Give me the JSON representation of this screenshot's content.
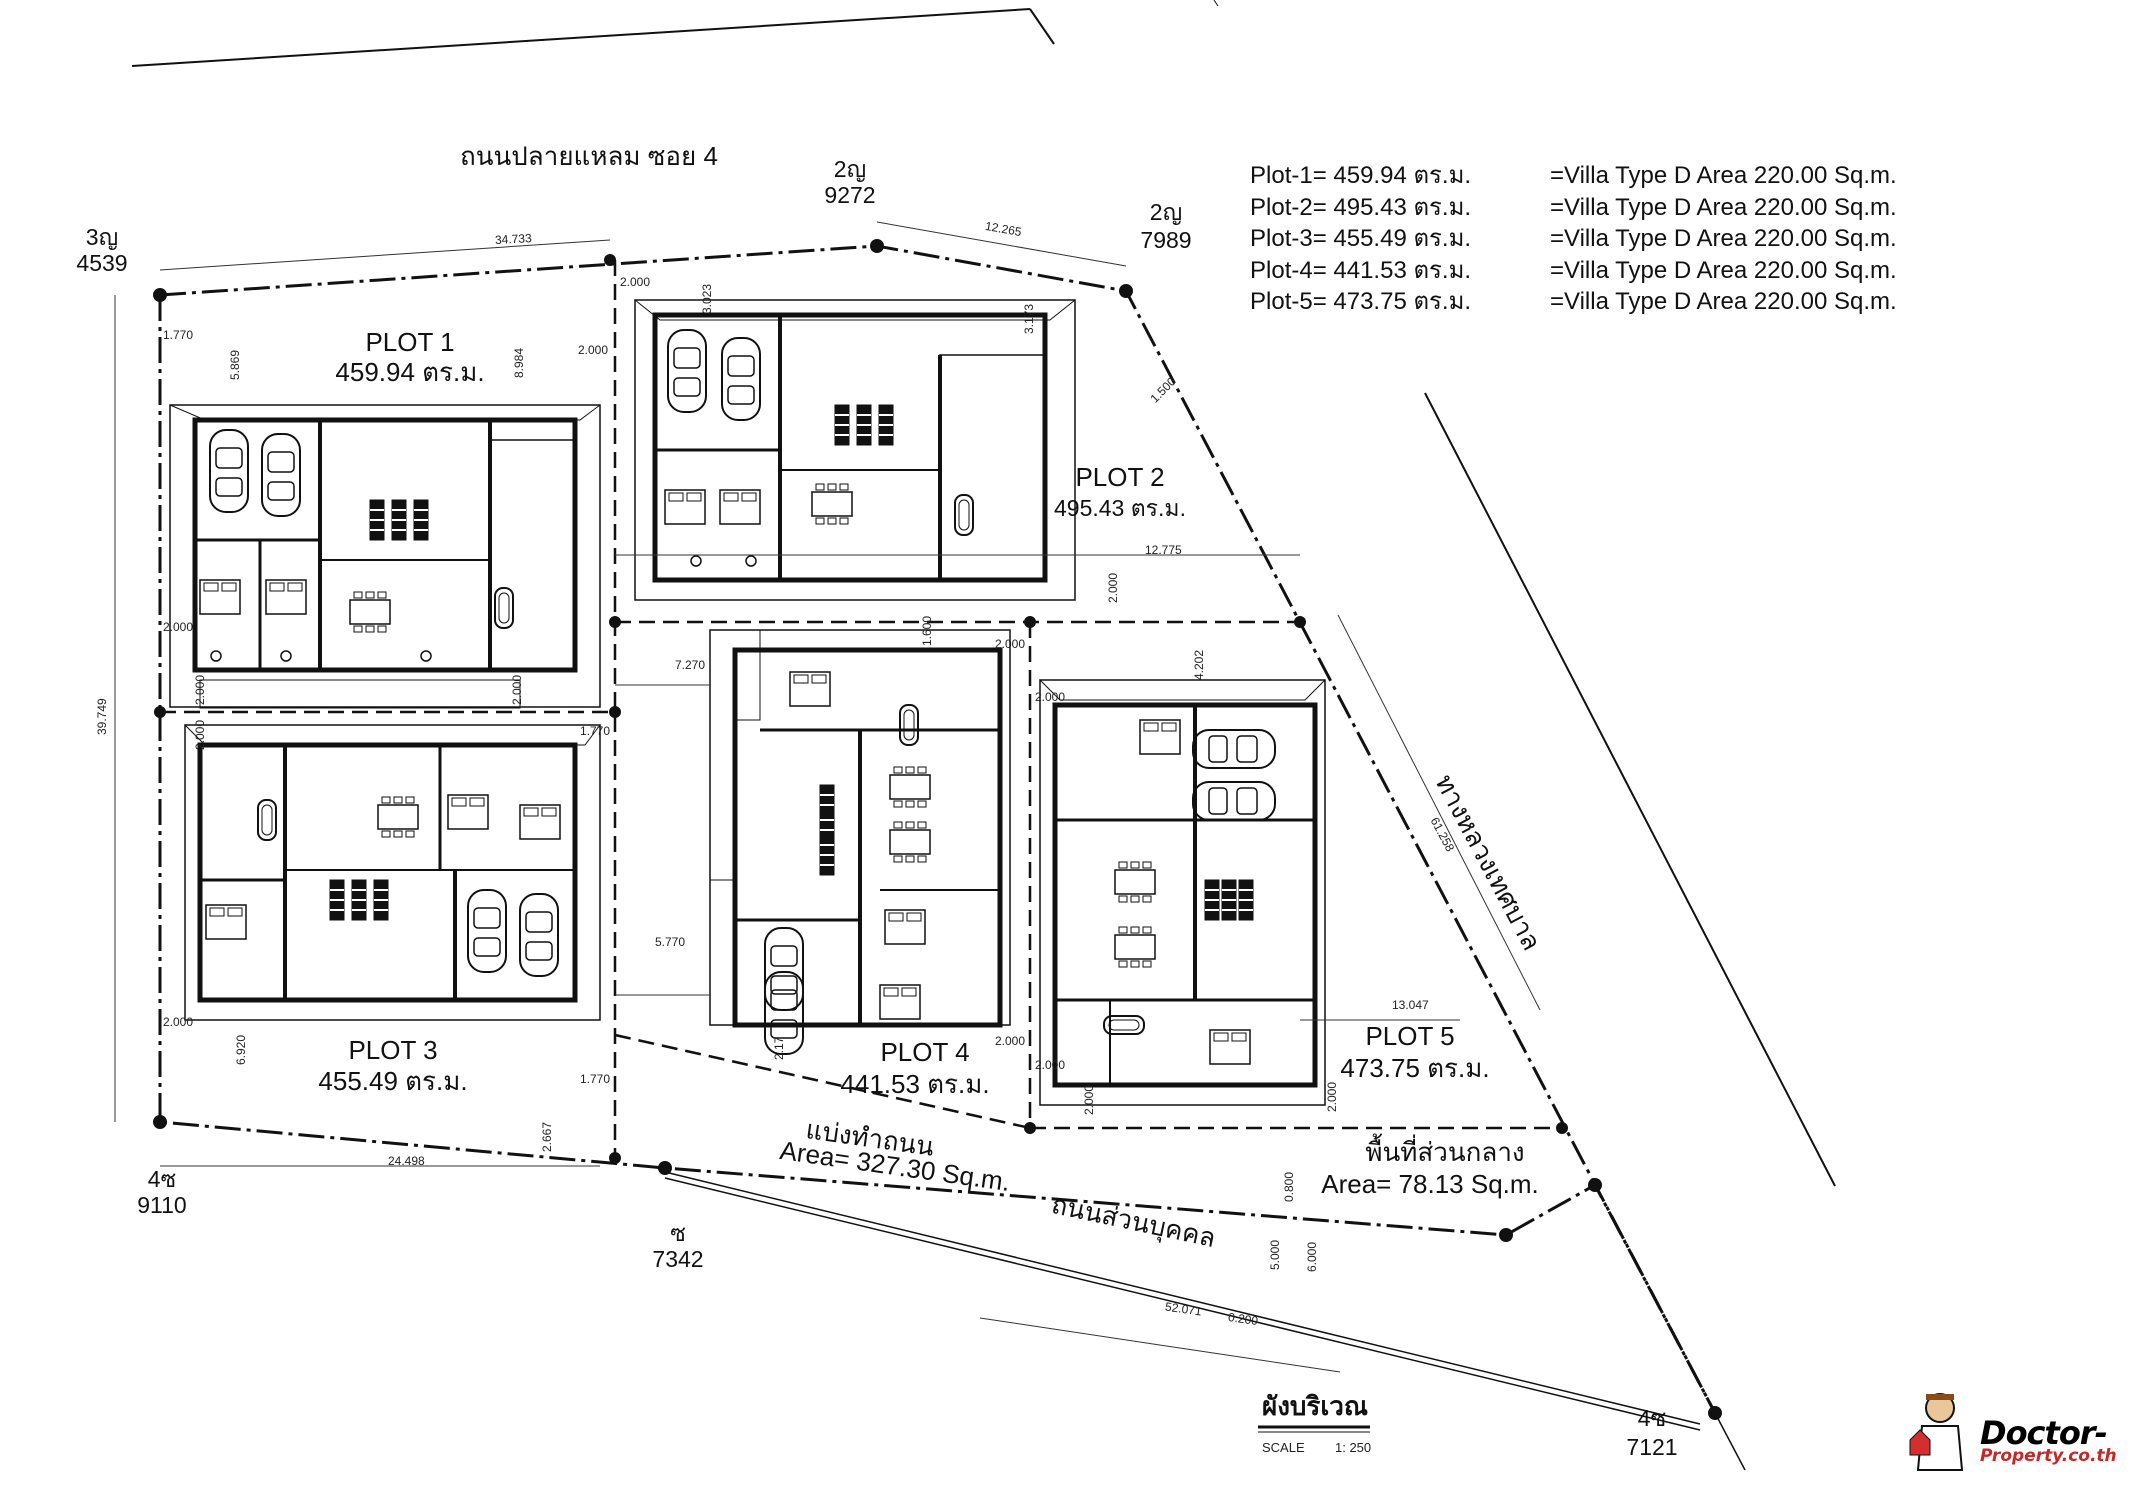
{
  "road_top": "ถนนปลายแหลม ซอย 4",
  "road_right": "ทางหลวงเทศบาล",
  "road_bottom": "ถนนส่วนบุคคล",
  "division_road": {
    "title": "แบ่งทำถนน",
    "area": "Area= 327.30 Sq.m."
  },
  "common_area": {
    "title": "พื้นที่ส่วนกลาง",
    "area": "Area= 78.13 Sq.m."
  },
  "plots": [
    {
      "name": "PLOT 1",
      "area": "459.94 ตร.ม."
    },
    {
      "name": "PLOT 2",
      "area": "495.43 ตร.ม."
    },
    {
      "name": "PLOT 3",
      "area": "455.49 ตร.ม."
    },
    {
      "name": "PLOT 4",
      "area": "441.53 ตร.ม."
    },
    {
      "name": "PLOT 5",
      "area": "473.75 ตร.ม."
    }
  ],
  "legend": [
    {
      "plot": "Plot-1= 459.94 ตร.ม.",
      "villa": "=Villa Type D Area 220.00 Sq.m."
    },
    {
      "plot": "Plot-2= 495.43 ตร.ม.",
      "villa": "=Villa Type D Area 220.00 Sq.m."
    },
    {
      "plot": "Plot-3= 455.49 ตร.ม.",
      "villa": "=Villa Type D Area 220.00 Sq.m."
    },
    {
      "plot": "Plot-4= 441.53 ตร.ม.",
      "villa": "=Villa Type D Area 220.00 Sq.m."
    },
    {
      "plot": "Plot-5= 473.75 ตร.ม.",
      "villa": "=Villa Type D Area 220.00 Sq.m."
    }
  ],
  "markers": [
    {
      "code": "3ญ",
      "num": "4539"
    },
    {
      "code": "2ญ",
      "num": "9272"
    },
    {
      "code": "2ญ",
      "num": "7989"
    },
    {
      "code": "4ซ",
      "num": "9110"
    },
    {
      "code": "ซ",
      "num": "7342"
    },
    {
      "code": "4ซ",
      "num": "7121"
    }
  ],
  "dimensions": {
    "top_left": "34.733",
    "top_right": "12.265",
    "left_side": "39.749",
    "d_1770_a": "1.770",
    "d_5869": "5.869",
    "d_8984": "8.984",
    "d_2000_p1": "2.000",
    "d_2000_a": "2.000",
    "d_3023": "3.023",
    "d_3173": "3.173",
    "d_1500": "1.500",
    "d_12775": "12.775",
    "d_2000_b": "2.000",
    "d_7270": "7.270",
    "d_1600": "1.600",
    "d_2000_c": "2.000",
    "d_4202": "4.202",
    "d_2000_d": "2.000",
    "d_61258": "61.258",
    "d_2000_e": "2.000",
    "d_2000_f": "2.000",
    "d_2000_g": "2.000",
    "d_2000_h": "2.000",
    "d_1770_b": "1.770",
    "d_5770": "5.770",
    "d_2000_i": "2.000",
    "d_6920": "6.920",
    "d_1770_c": "1.770",
    "d_2667": "2.667",
    "d_24498": "24.498",
    "d_2000_j": "2.000",
    "d_13047": "13.047",
    "d_2000_k": "2.000",
    "d_2000_l": "2.000",
    "d_2000_m": "2.000",
    "d_217": "2.17",
    "d_0800": "0.800",
    "d_5000": "5.000",
    "d_6000": "6.000",
    "d_52071": "52.071",
    "d_0200": "0.200"
  },
  "scale": {
    "title": "ผังบริเวณ",
    "label": "SCALE",
    "value": "1: 250"
  },
  "logo": {
    "line1": "Doctor-",
    "line2": "Property.co.th"
  }
}
